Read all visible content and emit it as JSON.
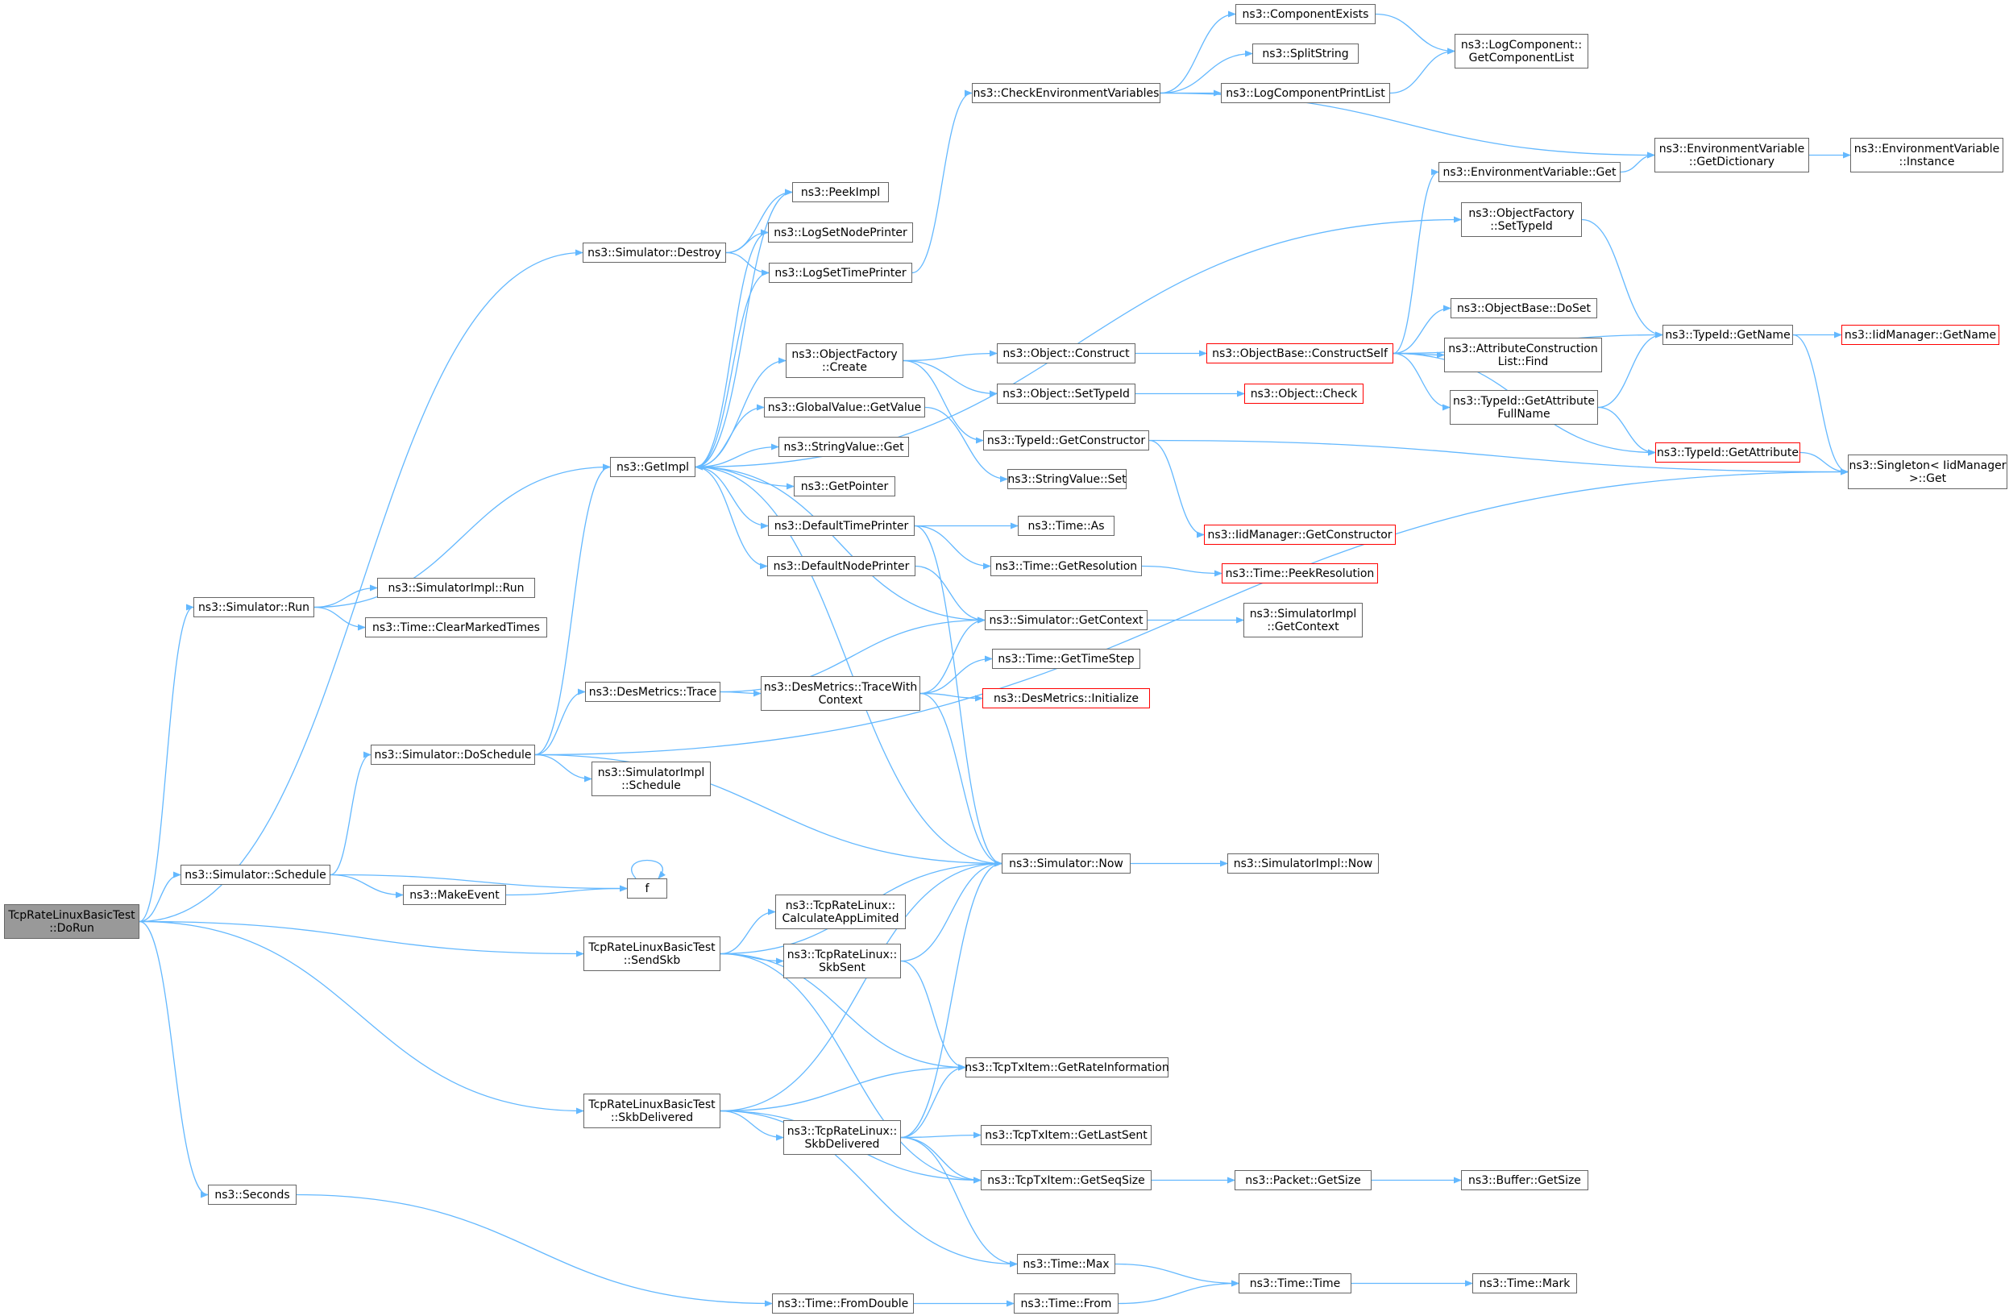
{
  "colors": {
    "edge": "#63b8ff",
    "border": "#666666",
    "root_fill": "#999999",
    "truncated_border": "#ff0000"
  },
  "nodes": {
    "dorun": [
      "TcpRateLinuxBasicTest",
      "::DoRun"
    ],
    "sim_destroy": [
      "ns3::Simulator::Destroy"
    ],
    "sim_run": [
      "ns3::Simulator::Run"
    ],
    "sim_schedule": [
      "ns3::Simulator::Schedule"
    ],
    "sim_doschedule": [
      "ns3::Simulator::DoSchedule"
    ],
    "sendskb": [
      "TcpRateLinuxBasicTest",
      "::SendSkb"
    ],
    "skbdelivered_test": [
      "TcpRateLinuxBasicTest",
      "::SkbDelivered"
    ],
    "seconds": [
      "ns3::Seconds"
    ],
    "getimpl": [
      "ns3::GetImpl"
    ],
    "simimpl_run": [
      "ns3::SimulatorImpl::Run"
    ],
    "time_clearmarked": [
      "ns3::Time::ClearMarkedTimes"
    ],
    "desmetrics_trace": [
      "ns3::DesMetrics::Trace"
    ],
    "desmetrics_tracewith": [
      "ns3::DesMetrics::TraceWith",
      "Context"
    ],
    "simimpl_schedule": [
      "ns3::SimulatorImpl",
      "::Schedule"
    ],
    "makeevent": [
      "ns3::MakeEvent"
    ],
    "f": [
      "f"
    ],
    "calcapplimited": [
      "ns3::TcpRateLinux::",
      "CalculateAppLimited"
    ],
    "skbsent": [
      "ns3::TcpRateLinux::",
      "SkbSent"
    ],
    "skbdelivered_linux": [
      "ns3::TcpRateLinux::",
      "SkbDelivered"
    ],
    "time_fromdouble": [
      "ns3::Time::FromDouble"
    ],
    "peekimpl": [
      "ns3::PeekImpl"
    ],
    "logsetnodeprinter": [
      "ns3::LogSetNodePrinter"
    ],
    "logsettimeprinter": [
      "ns3::LogSetTimePrinter"
    ],
    "objectfactory_create": [
      "ns3::ObjectFactory",
      "::Create"
    ],
    "globalvalue_getvalue": [
      "ns3::GlobalValue::GetValue"
    ],
    "stringvalue_get": [
      "ns3::StringValue::Get"
    ],
    "getpointer": [
      "ns3::GetPointer"
    ],
    "defaulttimeprinter": [
      "ns3::DefaultTimePrinter"
    ],
    "defaultnodeprinter": [
      "ns3::DefaultNodePrinter"
    ],
    "sim_now": [
      "ns3::Simulator::Now"
    ],
    "checkenv": [
      "ns3::CheckEnvironmentVariables"
    ],
    "object_construct": [
      "ns3::Object::Construct"
    ],
    "object_settypeid": [
      "ns3::Object::SetTypeId"
    ],
    "typeid_getconstructor": [
      "ns3::TypeId::GetConstructor"
    ],
    "stringvalue_set": [
      "ns3::StringValue::Set"
    ],
    "time_as": [
      "ns3::Time::As"
    ],
    "time_getresolution": [
      "ns3::Time::GetResolution"
    ],
    "sim_getcontext": [
      "ns3::Simulator::GetContext"
    ],
    "time_gettimestep": [
      "ns3::Time::GetTimeStep"
    ],
    "desmetrics_initialize": [
      "ns3::DesMetrics::Initialize"
    ],
    "tcptxitem_getrateinfo": [
      "ns3::TcpTxItem::GetRateInformation"
    ],
    "tcptxitem_getlastsent": [
      "ns3::TcpTxItem::GetLastSent"
    ],
    "tcptxitem_getseqsize": [
      "ns3::TcpTxItem::GetSeqSize"
    ],
    "time_max": [
      "ns3::Time::Max"
    ],
    "time_from": [
      "ns3::Time::From"
    ],
    "componentexists": [
      "ns3::ComponentExists"
    ],
    "splitstring": [
      "ns3::SplitString"
    ],
    "logcomponentprintlist": [
      "ns3::LogComponentPrintList"
    ],
    "objectbase_constructself": [
      "ns3::ObjectBase::ConstructSelf"
    ],
    "object_check": [
      "ns3::Object::Check"
    ],
    "iidmanager_getconstructor": [
      "ns3::IidManager::GetConstructor"
    ],
    "time_peekresolution": [
      "ns3::Time::PeekResolution"
    ],
    "simimpl_getcontext": [
      "ns3::SimulatorImpl",
      "::GetContext"
    ],
    "simimpl_now": [
      "ns3::SimulatorImpl::Now"
    ],
    "packet_getsize": [
      "ns3::Packet::GetSize"
    ],
    "time_time": [
      "ns3::Time::Time"
    ],
    "envvar_get": [
      "ns3::EnvironmentVariable::Get"
    ],
    "objectfactory_settypeid": [
      "ns3::ObjectFactory",
      "::SetTypeId"
    ],
    "objectbase_doset": [
      "ns3::ObjectBase::DoSet"
    ],
    "attrconstructionlist_find": [
      "ns3::AttributeConstruction",
      "List::Find"
    ],
    "typeid_getattrfullname": [
      "ns3::TypeId::GetAttribute",
      "FullName"
    ],
    "logcomponent_getlist": [
      "ns3::LogComponent::",
      "GetComponentList"
    ],
    "envvar_getdictionary": [
      "ns3::EnvironmentVariable",
      "::GetDictionary"
    ],
    "typeid_getname": [
      "ns3::TypeId::GetName"
    ],
    "typeid_getattribute": [
      "ns3::TypeId::GetAttribute"
    ],
    "envvar_instance": [
      "ns3::EnvironmentVariable",
      "::Instance"
    ],
    "iidmanager_getname": [
      "ns3::IidManager::GetName"
    ],
    "singleton_get": [
      "ns3::Singleton< IidManager",
      ">::Get"
    ],
    "buffer_getsize": [
      "ns3::Buffer::GetSize"
    ],
    "time_mark": [
      "ns3::Time::Mark"
    ]
  },
  "edges": [
    [
      "dorun",
      "sim_destroy"
    ],
    [
      "dorun",
      "sim_run"
    ],
    [
      "dorun",
      "sim_schedule"
    ],
    [
      "dorun",
      "sendskb"
    ],
    [
      "dorun",
      "skbdelivered_test"
    ],
    [
      "dorun",
      "seconds"
    ],
    [
      "sim_destroy",
      "peekimpl"
    ],
    [
      "sim_destroy",
      "logsetnodeprinter"
    ],
    [
      "sim_destroy",
      "logsettimeprinter"
    ],
    [
      "sim_run",
      "getimpl"
    ],
    [
      "sim_run",
      "simimpl_run"
    ],
    [
      "sim_run",
      "time_clearmarked"
    ],
    [
      "sim_schedule",
      "sim_doschedule"
    ],
    [
      "sim_schedule",
      "makeevent"
    ],
    [
      "sim_schedule",
      "f"
    ],
    [
      "sim_doschedule",
      "getimpl"
    ],
    [
      "sim_doschedule",
      "desmetrics_trace"
    ],
    [
      "sim_doschedule",
      "simimpl_schedule"
    ],
    [
      "sim_doschedule",
      "sim_now"
    ],
    [
      "sim_doschedule",
      "singleton_get"
    ],
    [
      "makeevent",
      "f"
    ],
    [
      "f",
      "f"
    ],
    [
      "getimpl",
      "peekimpl"
    ],
    [
      "getimpl",
      "logsetnodeprinter"
    ],
    [
      "getimpl",
      "logsettimeprinter"
    ],
    [
      "getimpl",
      "objectfactory_settypeid"
    ],
    [
      "getimpl",
      "objectfactory_create"
    ],
    [
      "getimpl",
      "globalvalue_getvalue"
    ],
    [
      "getimpl",
      "stringvalue_get"
    ],
    [
      "getimpl",
      "getpointer"
    ],
    [
      "getimpl",
      "defaulttimeprinter"
    ],
    [
      "getimpl",
      "defaultnodeprinter"
    ],
    [
      "logsettimeprinter",
      "checkenv"
    ],
    [
      "checkenv",
      "componentexists"
    ],
    [
      "checkenv",
      "splitstring"
    ],
    [
      "checkenv",
      "logcomponentprintlist"
    ],
    [
      "checkenv",
      "envvar_getdictionary"
    ],
    [
      "componentexists",
      "logcomponent_getlist"
    ],
    [
      "logcomponentprintlist",
      "logcomponent_getlist"
    ],
    [
      "envvar_getdictionary",
      "envvar_instance"
    ],
    [
      "envvar_get",
      "envvar_getdictionary"
    ],
    [
      "objectfactory_create",
      "object_construct"
    ],
    [
      "objectfactory_create",
      "object_settypeid"
    ],
    [
      "objectfactory_create",
      "typeid_getconstructor"
    ],
    [
      "object_construct",
      "objectbase_constructself"
    ],
    [
      "object_settypeid",
      "object_check"
    ],
    [
      "typeid_getconstructor",
      "iidmanager_getconstructor"
    ],
    [
      "typeid_getconstructor",
      "singleton_get"
    ],
    [
      "globalvalue_getvalue",
      "stringvalue_set"
    ],
    [
      "objectbase_constructself",
      "envvar_get"
    ],
    [
      "objectbase_constructself",
      "objectbase_doset"
    ],
    [
      "objectbase_constructself",
      "attrconstructionlist_find"
    ],
    [
      "objectbase_constructself",
      "typeid_getattrfullname"
    ],
    [
      "objectbase_constructself",
      "typeid_getname"
    ],
    [
      "objectbase_constructself",
      "typeid_getattribute"
    ],
    [
      "objectfactory_settypeid",
      "typeid_getname"
    ],
    [
      "typeid_getattrfullname",
      "typeid_getname"
    ],
    [
      "typeid_getattrfullname",
      "typeid_getattribute"
    ],
    [
      "typeid_getname",
      "iidmanager_getname"
    ],
    [
      "typeid_getname",
      "singleton_get"
    ],
    [
      "typeid_getattribute",
      "singleton_get"
    ],
    [
      "defaulttimeprinter",
      "time_as"
    ],
    [
      "defaulttimeprinter",
      "time_getresolution"
    ],
    [
      "defaulttimeprinter",
      "sim_now"
    ],
    [
      "time_getresolution",
      "time_peekresolution"
    ],
    [
      "defaultnodeprinter",
      "sim_getcontext"
    ],
    [
      "sim_getcontext",
      "getimpl"
    ],
    [
      "sim_getcontext",
      "simimpl_getcontext"
    ],
    [
      "desmetrics_trace",
      "sim_getcontext"
    ],
    [
      "desmetrics_trace",
      "desmetrics_tracewith"
    ],
    [
      "desmetrics_tracewith",
      "sim_getcontext"
    ],
    [
      "desmetrics_tracewith",
      "time_gettimestep"
    ],
    [
      "desmetrics_tracewith",
      "desmetrics_initialize"
    ],
    [
      "desmetrics_tracewith",
      "sim_now"
    ],
    [
      "sim_now",
      "getimpl"
    ],
    [
      "sim_now",
      "simimpl_now"
    ],
    [
      "sendskb",
      "sim_now"
    ],
    [
      "sendskb",
      "calcapplimited"
    ],
    [
      "sendskb",
      "skbsent"
    ],
    [
      "sendskb",
      "tcptxitem_getrateinfo"
    ],
    [
      "sendskb",
      "tcptxitem_getseqsize"
    ],
    [
      "skbsent",
      "sim_now"
    ],
    [
      "skbsent",
      "tcptxitem_getrateinfo"
    ],
    [
      "skbdelivered_test",
      "sim_now"
    ],
    [
      "skbdelivered_test",
      "tcptxitem_getrateinfo"
    ],
    [
      "skbdelivered_test",
      "skbdelivered_linux"
    ],
    [
      "skbdelivered_test",
      "tcptxitem_getseqsize"
    ],
    [
      "skbdelivered_test",
      "time_max"
    ],
    [
      "skbdelivered_linux",
      "sim_now"
    ],
    [
      "skbdelivered_linux",
      "tcptxitem_getrateinfo"
    ],
    [
      "skbdelivered_linux",
      "tcptxitem_getlastsent"
    ],
    [
      "skbdelivered_linux",
      "tcptxitem_getseqsize"
    ],
    [
      "skbdelivered_linux",
      "time_max"
    ],
    [
      "tcptxitem_getseqsize",
      "packet_getsize"
    ],
    [
      "packet_getsize",
      "buffer_getsize"
    ],
    [
      "time_max",
      "time_time"
    ],
    [
      "time_time",
      "time_mark"
    ],
    [
      "seconds",
      "time_fromdouble"
    ],
    [
      "time_fromdouble",
      "time_from"
    ],
    [
      "time_from",
      "time_time"
    ]
  ]
}
